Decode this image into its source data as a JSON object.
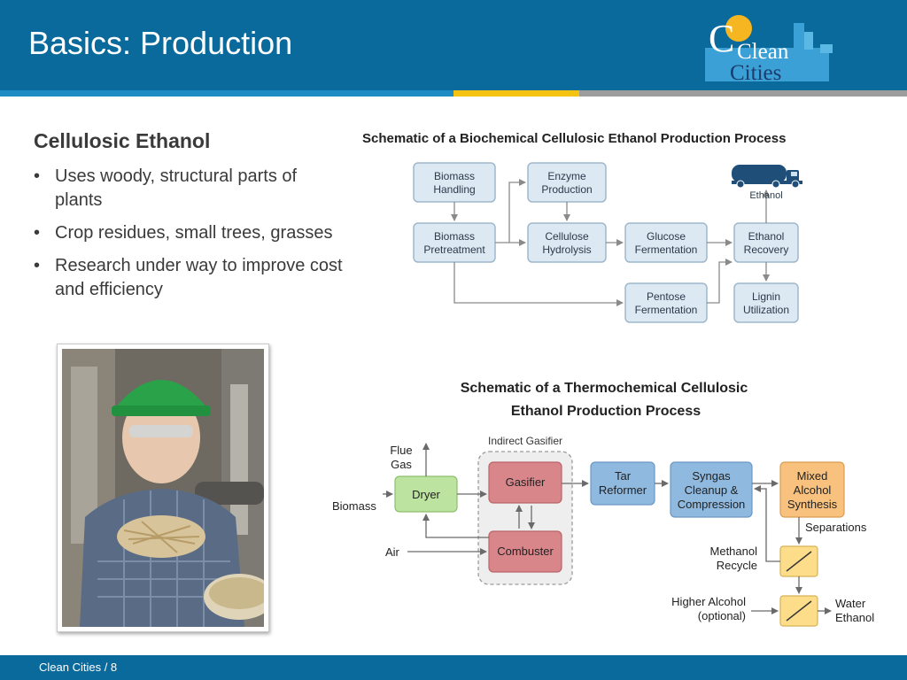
{
  "slide": {
    "title": "Basics: Production",
    "logo_line1": "Clean",
    "logo_line2": "Cities",
    "footer": "Clean Cities  /  8"
  },
  "content": {
    "subtitle": "Cellulosic Ethanol",
    "bullets": [
      "Uses woody, structural parts of plants",
      "Crop residues, small trees, grasses",
      "Research under way to improve cost and efficiency"
    ]
  },
  "biochemical": {
    "title": "Schematic of a Biochemical Cellulosic Ethanol Production Process",
    "boxes": {
      "biomass_handling": [
        "Biomass",
        "Handling"
      ],
      "enzyme_production": [
        "Enzyme",
        "Production"
      ],
      "biomass_pretreatment": [
        "Biomass",
        "Pretreatment"
      ],
      "cellulose_hydrolysis": [
        "Cellulose",
        "Hydrolysis"
      ],
      "glucose_fermentation": [
        "Glucose",
        "Fermentation"
      ],
      "ethanol_recovery": [
        "Ethanol",
        "Recovery"
      ],
      "pentose_fermentation": [
        "Pentose",
        "Fermentation"
      ],
      "lignin_utilization": [
        "Lignin",
        "Utilization"
      ]
    },
    "truck_label": "Ethanol"
  },
  "thermochemical": {
    "title_line1": "Schematic of a Thermochemical Cellulosic",
    "title_line2": "Ethanol Production Process",
    "group_label": "Indirect Gasifier",
    "boxes": {
      "dryer": "Dryer",
      "gasifier": "Gasifier",
      "combuster": "Combuster",
      "tar_reformer": [
        "Tar",
        "Reformer"
      ],
      "syngas": [
        "Syngas",
        "Cleanup &",
        "Compression"
      ],
      "mixed_alcohol": [
        "Mixed",
        "Alcohol",
        "Synthesis"
      ]
    },
    "labels": {
      "flue_gas": [
        "Flue",
        "Gas"
      ],
      "biomass": "Biomass",
      "air": "Air",
      "separations": "Separations",
      "methanol_recycle": [
        "Methanol",
        "Recycle"
      ],
      "higher_alcohol": [
        "Higher Alcohol",
        "(optional)"
      ],
      "water": "Water",
      "ethanol": "Ethanol"
    }
  },
  "colors": {
    "header_blue": "#0b6a9c",
    "bio_box_fill": "#dce8f2",
    "bio_box_stroke": "#9fb8cc",
    "dryer_green": "#bde3a0",
    "gasifier_red": "#d9868a",
    "blue_box": "#8fb9df",
    "orange_box": "#f8c27e",
    "separator_yellow": "#fddc8a"
  }
}
